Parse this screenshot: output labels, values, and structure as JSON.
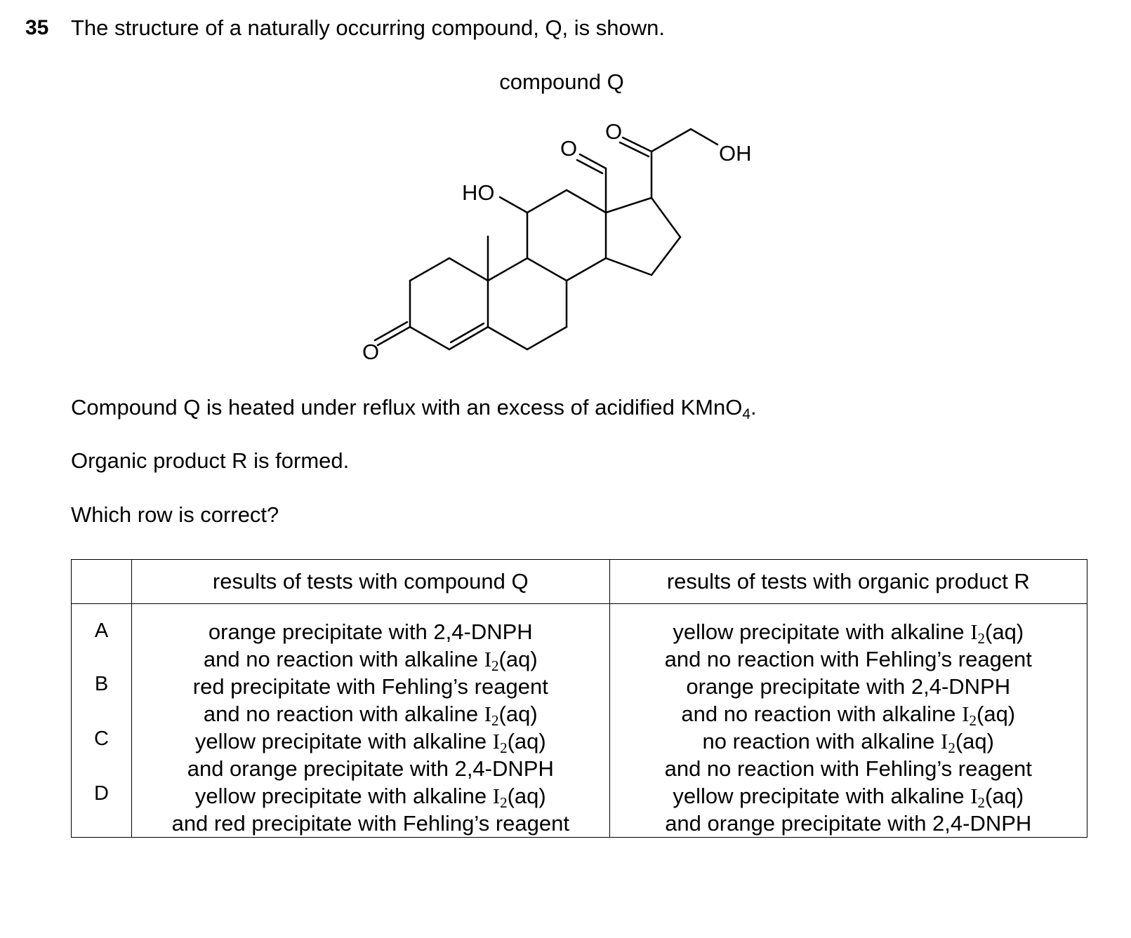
{
  "question": {
    "number": "35",
    "stem": "The structure of a naturally occurring compound, Q, is shown.",
    "structure_label": "compound Q",
    "structure_atoms": {
      "ho": "HO",
      "oh": "OH",
      "o_ketone_side": "O",
      "o_aldehyde": "O",
      "o_ring": "O"
    },
    "reaction_text_before": "Compound Q is heated under reflux with an excess of acidified KMnO",
    "reaction_sub": "4",
    "reaction_text_after": ".",
    "product_text": "Organic product R is formed.",
    "prompt": "Which row is correct?"
  },
  "table": {
    "header_key": "",
    "header_q": "results of tests with compound Q",
    "header_r": "results of tests with organic product R",
    "rows": [
      {
        "key": "A",
        "q": [
          {
            "pre": "orange precipitate with 2,4-DNPH",
            "i2": false
          },
          {
            "pre": "and no reaction with alkaline ",
            "i2": true,
            "post": "(aq)"
          }
        ],
        "r": [
          {
            "pre": "yellow precipitate with alkaline ",
            "i2": true,
            "post": "(aq)"
          },
          {
            "pre": "and no reaction with Fehling’s reagent",
            "i2": false
          }
        ]
      },
      {
        "key": "B",
        "q": [
          {
            "pre": "red precipitate with Fehling’s reagent",
            "i2": false
          },
          {
            "pre": "and no reaction with alkaline ",
            "i2": true,
            "post": "(aq)"
          }
        ],
        "r": [
          {
            "pre": "orange precipitate with 2,4-DNPH",
            "i2": false
          },
          {
            "pre": "and no reaction with alkaline ",
            "i2": true,
            "post": "(aq)"
          }
        ]
      },
      {
        "key": "C",
        "q": [
          {
            "pre": "yellow precipitate with alkaline ",
            "i2": true,
            "post": "(aq)"
          },
          {
            "pre": "and orange precipitate with 2,4-DNPH",
            "i2": false
          }
        ],
        "r": [
          {
            "pre": "no reaction with alkaline ",
            "i2": true,
            "post": "(aq)"
          },
          {
            "pre": "and no reaction with Fehling’s reagent",
            "i2": false
          }
        ]
      },
      {
        "key": "D",
        "q": [
          {
            "pre": "yellow precipitate with alkaline ",
            "i2": true,
            "post": "(aq)"
          },
          {
            "pre": "and red precipitate with Fehling’s reagent",
            "i2": false
          }
        ],
        "r": [
          {
            "pre": "yellow precipitate with alkaline ",
            "i2": true,
            "post": "(aq)"
          },
          {
            "pre": "and orange precipitate with 2,4-DNPH",
            "i2": false
          }
        ]
      }
    ],
    "iodine_symbol": "I",
    "iodine_sub": "2"
  }
}
